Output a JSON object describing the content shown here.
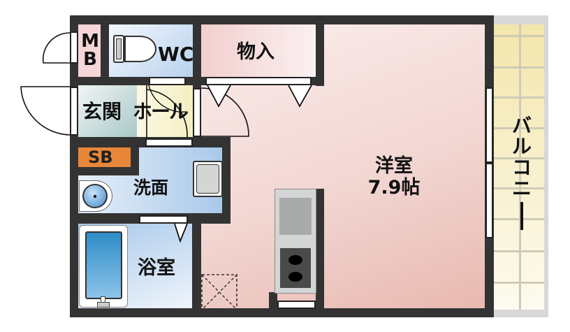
{
  "floorplan": {
    "rooms": {
      "mb": {
        "label_line1": "M",
        "label_line2": "B"
      },
      "wc": {
        "label": "WC"
      },
      "storage": {
        "label": "物入"
      },
      "entrance": {
        "label": "玄関"
      },
      "hall": {
        "label": "ホール"
      },
      "shoe_box": {
        "label": "SB"
      },
      "washroom": {
        "label": "洗面"
      },
      "bathroom": {
        "label": "浴室"
      },
      "western_room": {
        "label": "洋室",
        "size": "7.9帖"
      },
      "balcony": {
        "label_chars": [
          "バ",
          "ル",
          "コ",
          "ニ",
          "ー"
        ]
      }
    },
    "colors": {
      "wall": "#333333",
      "western_room": "#f0d0cc",
      "wet_area": "#b7d2ee",
      "entrance": "#c8dcdc",
      "hall": "#f8f4d6",
      "shoe_box": "#e8873a",
      "balcony": "#f4e9b0",
      "balcony_frame": "#d8d8d8"
    }
  }
}
